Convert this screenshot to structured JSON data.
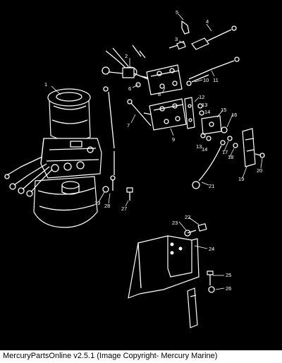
{
  "diagram": {
    "callouts": [
      "1",
      "2",
      "3",
      "4",
      "5",
      "6",
      "7",
      "8",
      "9",
      "10",
      "11",
      "12",
      "13",
      "14",
      "15",
      "16",
      "17",
      "18",
      "19",
      "20",
      "21",
      "22",
      "23",
      "24",
      "25",
      "26",
      "27",
      "28",
      "29",
      "13",
      "14"
    ]
  },
  "footer": {
    "caption": "MercuryPartsOnline v2.5.1 (Image Copyright- Mercury Marine)"
  },
  "colors": {
    "background": "#000000",
    "line": "#ffffff",
    "footer_bg": "#ffffff"
  }
}
